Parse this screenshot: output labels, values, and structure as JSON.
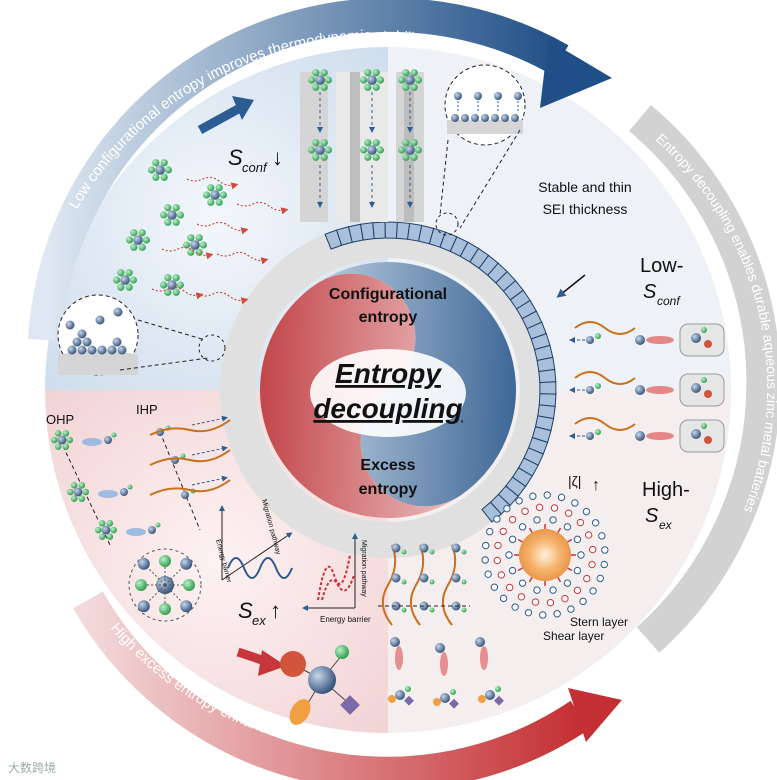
{
  "arc_top": "Low configurational entropy improves thermodynamic stability",
  "arc_right": "Entropy decoupling enables durable aqueous zinc metal batteries",
  "arc_bottom": "High excess entropy enhances kinetic reactivity",
  "center": {
    "title_line1": "Entropy",
    "title_line2": "decoupling",
    "top_label_line1": "Configurational",
    "top_label_line2": "entropy",
    "bottom_label_line1": "Excess",
    "bottom_label_line2": "entropy"
  },
  "labels": {
    "s_conf": "S",
    "s_conf_sub": "conf",
    "s_ex": "S",
    "s_ex_sub": "ex",
    "sei_line1": "Stable and thin",
    "sei_line2": "SEI thickness",
    "low": "Low-",
    "high": "High-",
    "ohp": "OHP",
    "ihp": "IHP",
    "zeta": "|ζ|",
    "stern": "Stern layer",
    "shear": "Shear layer",
    "migration": "Migration pathway",
    "energy_barrier": "Energy barrier"
  },
  "watermark": "大数跨境",
  "colors": {
    "blue": "#2c5d92",
    "red": "#c6363a",
    "grey": "#cfcfcf"
  }
}
